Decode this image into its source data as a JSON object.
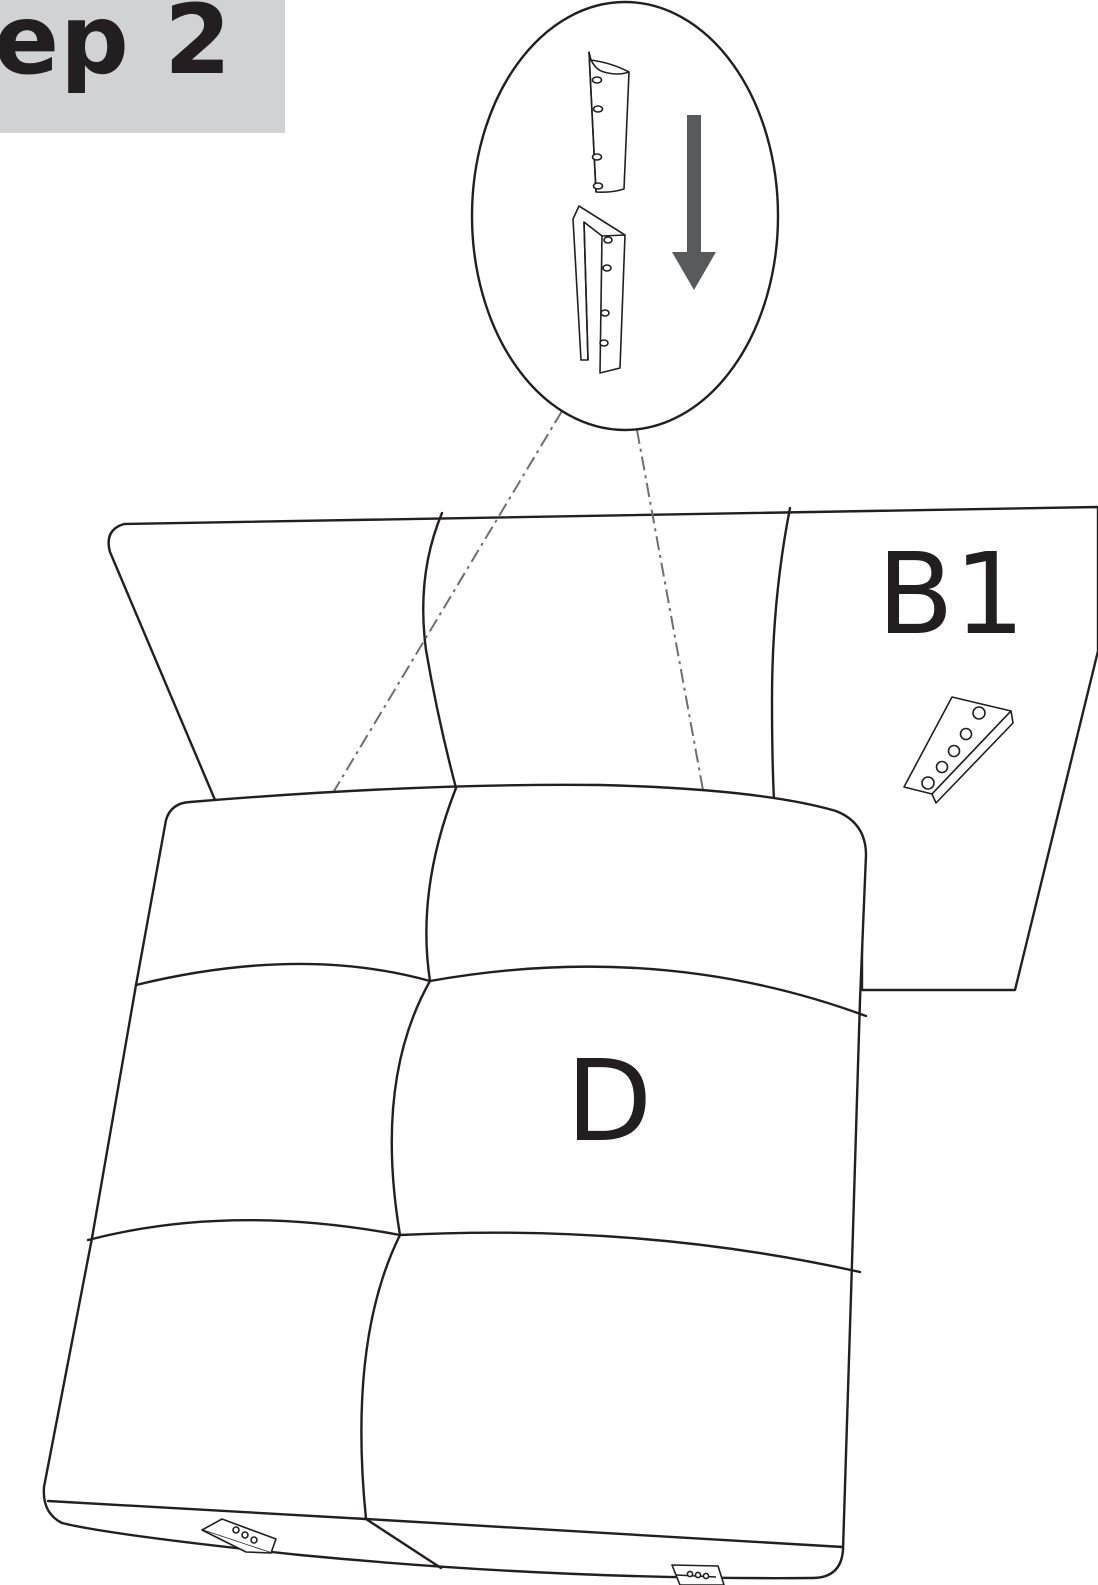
{
  "step": {
    "title": "ep 2"
  },
  "parts": {
    "back_section": "B1",
    "seat_section": "D"
  },
  "colors": {
    "banner": "#d1d2d4",
    "line": "#231f20",
    "arrow": "#58595b",
    "leader": "#6d6e71"
  },
  "icons": {
    "direction": "arrow-down-icon",
    "connector": "bracket-icon"
  }
}
